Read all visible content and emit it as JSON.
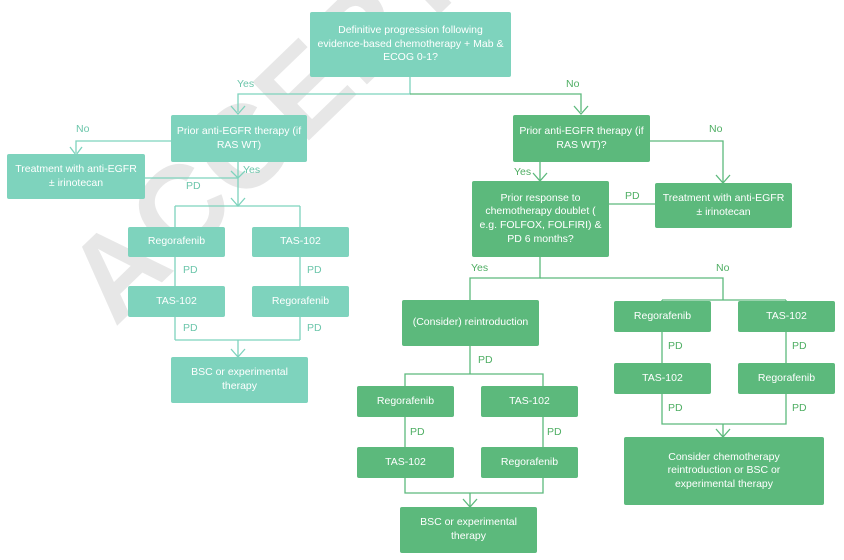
{
  "watermark": "ACCEPTED MANUSCRIPT",
  "nodes": {
    "root": "Definitive progression following evidence-based chemotherapy + Mab & ECOG 0-1?",
    "left_egfr": "Prior anti-EGFR therapy (if RAS WT)",
    "left_treat": "Treatment with anti-EGFR ± irinotecan",
    "l_rego1": "Regorafenib",
    "l_tas1": "TAS-102",
    "l_tas2": "TAS-102",
    "l_rego2": "Regorafenib",
    "l_bsc": "BSC or experimental therapy",
    "right_egfr": "Prior anti-EGFR therapy (if RAS WT)?",
    "right_treat": "Treatment with anti-EGFR ± irinotecan",
    "prior_resp": "Prior response to chemotherapy doublet ( e.g. FOLFOX, FOLFIRI) & PD  6 months?",
    "reintro": "(Consider) reintroduction",
    "m_rego1": "Regorafenib",
    "m_tas1": "TAS-102",
    "m_tas2": "TAS-102",
    "m_rego2": "Regorafenib",
    "m_bsc": "BSC or experimental therapy",
    "r_rego1": "Regorafenib",
    "r_tas1": "TAS-102",
    "r_tas2": "TAS-102",
    "r_rego2": "Regorafenib",
    "r_consider": "Consider chemotherapy reintroduction or BSC or experimental therapy"
  },
  "labels": {
    "yes": "Yes",
    "no": "No",
    "pd": "PD"
  }
}
